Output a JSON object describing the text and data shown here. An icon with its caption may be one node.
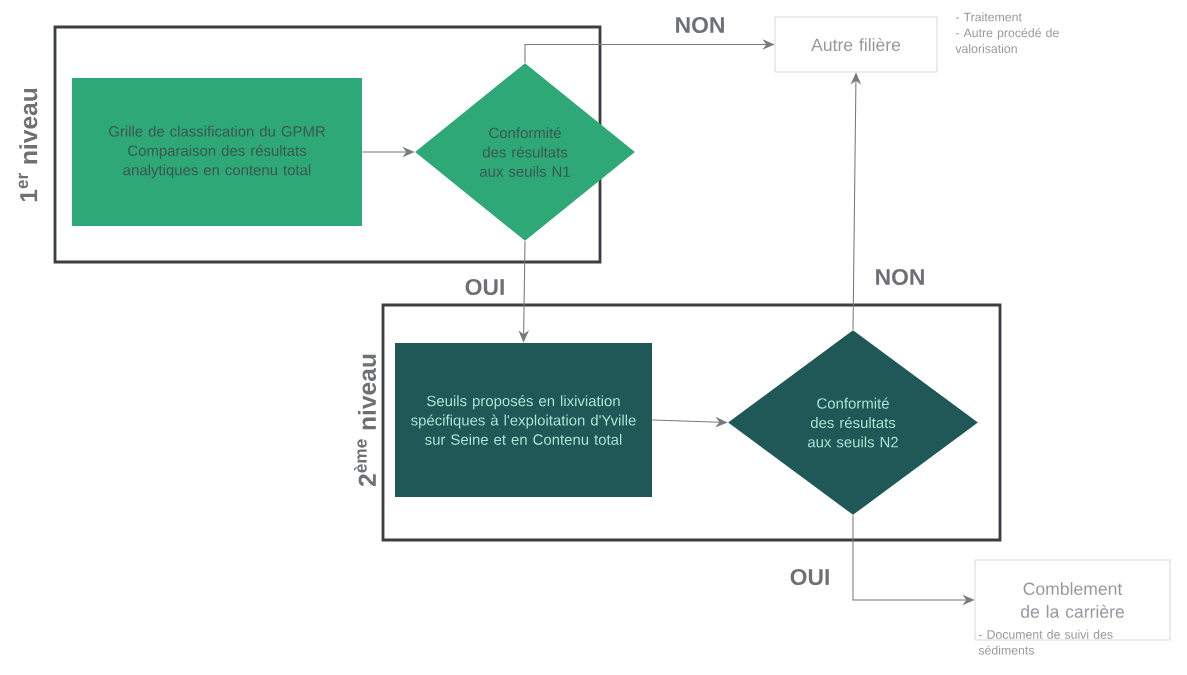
{
  "diagram": {
    "nodes": [
      {
        "text": [
          "1$^{er}$ niveau"
        ]
      },
      {
        "text": [
          "Grille de classification du GPMR Comparaison des résultats analytiques en contenu total"
        ],
        "in": 0
      },
      {
        "text": [
          "Conformité des résultats aux seuils N1"
        ],
        "in": 0
      },
      {
        "text": [
          "Autre filière"
        ],
        "beside": [
          "- Traitement",
          "- Autre procédé de valorisation"
        ]
      },
      {
        "text": [
          "2$^{ème}$ niveau"
        ]
      },
      {
        "text": [
          "Seuils proposés en lixiviation spécifiques à l'exploitation d'Yville sur Seine et en Contenu total"
        ],
        "in": 4
      },
      {
        "text": [
          "Conformité des résultats aux seuils N2"
        ],
        "in": 4
      },
      {
        "text": [
          "Comblement de la carrière"
        ],
        "beside": [
          "- Document de suivi des sédiments"
        ]
      }
    ],
    "edges": [
      {
        "from": 1,
        "to": 2,
        "arrow": "to"
      },
      {
        "from": 2,
        "to": 3,
        "arrow": "to",
        "label": "NON"
      },
      {
        "from": 2,
        "to": 5,
        "arrow": "to",
        "label": "OUI"
      },
      {
        "from": 5,
        "to": 6,
        "arrow": "to"
      },
      {
        "from": 6,
        "to": 3,
        "arrow": "to",
        "label": "NON"
      },
      {
        "from": 6,
        "to": 7,
        "arrow": "to",
        "label": "OUI"
      }
    ]
  }
}
